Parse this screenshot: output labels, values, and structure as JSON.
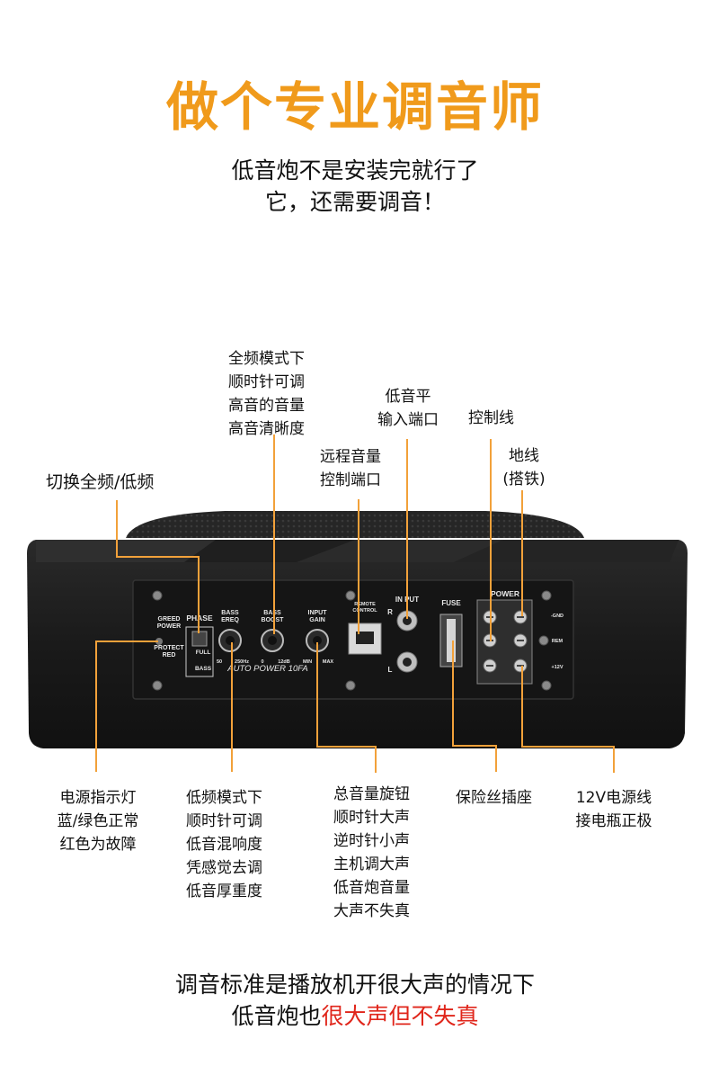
{
  "header": {
    "title": "做个专业调音师",
    "subtitle_line1": "低音炮不是安装完就行了",
    "subtitle_line2": "它，还需要调音！"
  },
  "callouts": {
    "treble": [
      "全频模式下",
      "顺时针可调",
      "高音的音量",
      "高音清晰度"
    ],
    "switch": "切换全频/低频",
    "remote": [
      "远程音量",
      "控制端口"
    ],
    "input": [
      "低音平",
      "输入端口"
    ],
    "control": "控制线",
    "ground": [
      "地线",
      "(搭铁)"
    ],
    "power_led": [
      "电源指示灯",
      "蓝/绿色正常",
      "红色为故障"
    ],
    "bass_freq": [
      "低频模式下",
      "顺时针可调",
      "低音混响度",
      "凭感觉去调",
      "低音厚重度"
    ],
    "gain": [
      "总音量旋钮",
      "顺时针大声",
      "逆时针小声",
      "主机调大声",
      "低音炮音量",
      "大声不失真"
    ],
    "fuse": "保险丝插座",
    "power12v": [
      "12V电源线",
      "接电瓶正极"
    ]
  },
  "panel": {
    "phase": "PHASE",
    "full": "FULL",
    "bass": "BASS",
    "greed_power": [
      "GREED",
      "POWER"
    ],
    "protect_red": [
      "PROTECT",
      "RED"
    ],
    "bass_ereq": [
      "BASS",
      "EREQ"
    ],
    "ereq_min": "50",
    "ereq_max": "250Hz",
    "bass_boost": [
      "BASS",
      "BOOST"
    ],
    "boost_min": "0",
    "boost_max": "12dB",
    "input_gain": [
      "INPUT",
      "GAIN"
    ],
    "gain_min": "MIN",
    "gain_max": "MAX",
    "remote_control": [
      "REMOTE",
      "CONTROL"
    ],
    "in_put": "IN PUT",
    "in_r": "R",
    "in_l": "L",
    "fuse": "FUSE",
    "power": "POWER",
    "gnd": "-GND",
    "rem": "REM",
    "p12v": "+12V",
    "model": "AUTO POWER 10FA"
  },
  "footer": {
    "line1": "调音标准是播放机开很大声的情况下",
    "line2_black": "低音炮也",
    "line2_red": "很大声但不失真"
  },
  "colors": {
    "accent": "#f09a1b",
    "callout_line": "#f2a13a",
    "highlight_red": "#e0261b",
    "device": "#1c1c1c"
  }
}
